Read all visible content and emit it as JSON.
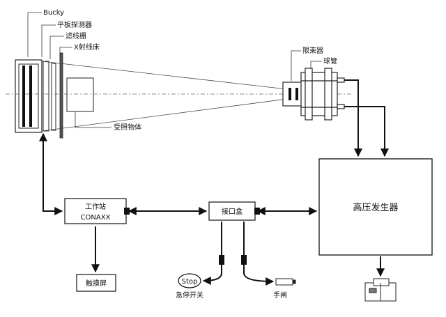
{
  "labels": {
    "bucky": "Bucky",
    "flat_panel": "平板探测器",
    "grid": "滤线栅",
    "xray_bed": "X射线床",
    "collimator": "限束器",
    "tube": "球管",
    "subject": "受照物体",
    "workstation_line1": "工作站",
    "workstation_line2": "CONAXX",
    "junction_box": "接口盒",
    "generator": "高压发生器",
    "touchscreen": "触摸屏",
    "stop": "Stop",
    "emergency_stop": "急停开关",
    "handswitch": "手闸"
  }
}
